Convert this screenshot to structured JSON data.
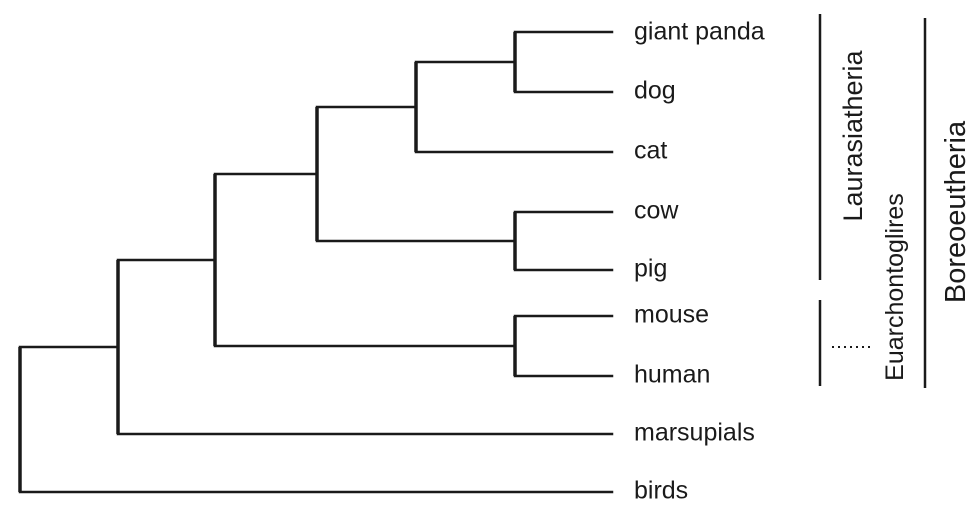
{
  "taxa": [
    "giant panda",
    "dog",
    "cat",
    "cow",
    "pig",
    "mouse",
    "human",
    "marsupials",
    "birds"
  ],
  "clades": {
    "laurasiatheria": "Laurasiatheria",
    "euarchontoglires": "Euarchontoglires",
    "boreoeutheria": "Boreoeutheria"
  },
  "colors": {
    "line": "#1a1a1a",
    "background": "#ffffff"
  }
}
